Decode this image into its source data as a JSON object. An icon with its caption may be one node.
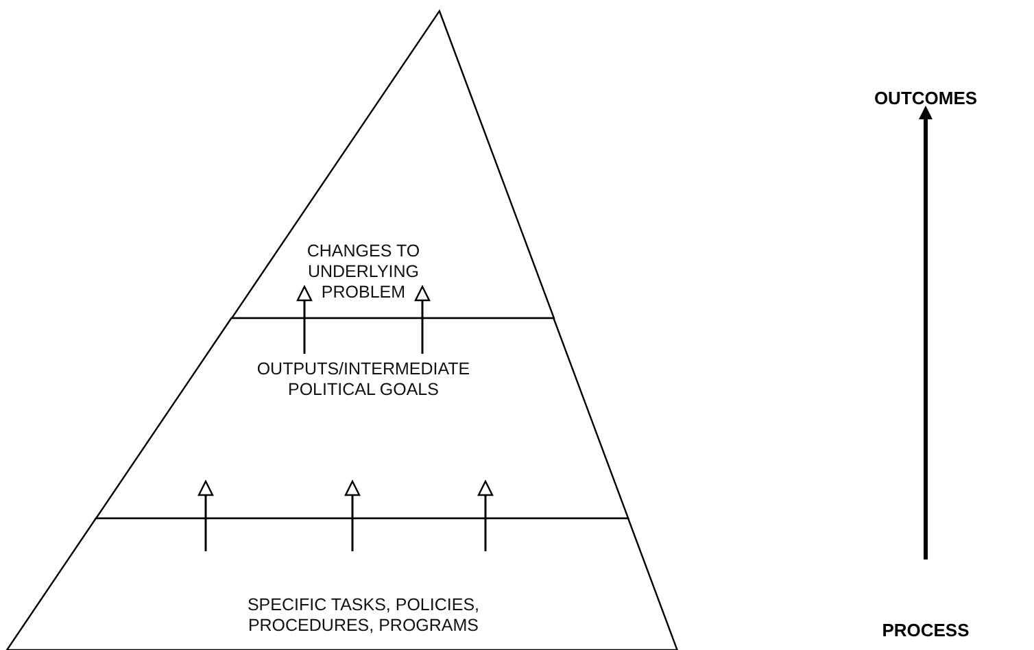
{
  "diagram": {
    "nodes": [
      {
        "text": [
          "CHANGES TO UNDERLYING PROBLEM"
        ]
      },
      {
        "text": [
          "OUTPUTS/INTERMEDIATE POLITICAL GOALS"
        ]
      },
      {
        "text": [
          "SPECIFIC TASKS, POLICIES, PROCEDURES, PROGRAMS"
        ]
      },
      {
        "text": [
          "OUTCOMES"
        ]
      },
      {
        "text": [
          "PROCESS"
        ]
      }
    ],
    "edges": [
      {
        "from": 1,
        "to": 0,
        "arrow": "to"
      },
      {
        "from": 1,
        "to": 0,
        "arrow": "to"
      },
      {
        "from": 2,
        "to": 1,
        "arrow": "to"
      },
      {
        "from": 2,
        "to": 1,
        "arrow": "to"
      },
      {
        "from": 2,
        "to": 1,
        "arrow": "to"
      },
      {
        "from": 4,
        "to": 3,
        "arrow": "to",
        "style": "thick"
      }
    ]
  }
}
